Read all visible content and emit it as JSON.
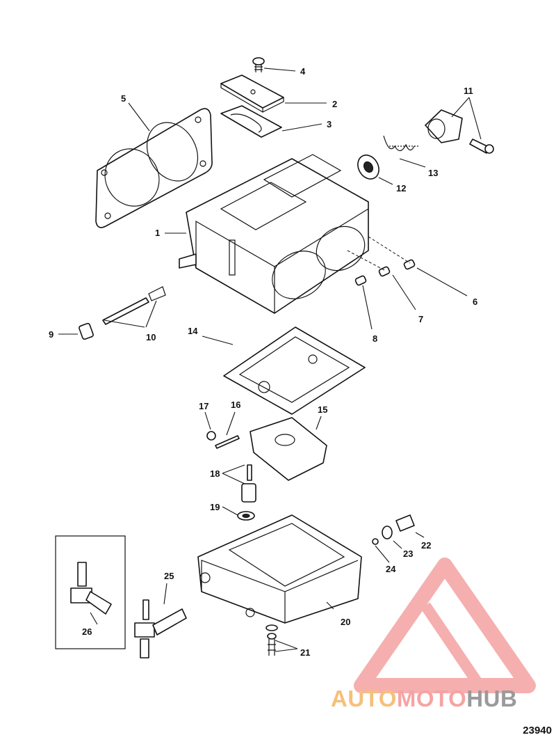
{
  "callouts": [
    {
      "id": "1",
      "label": "1"
    },
    {
      "id": "2",
      "label": "2"
    },
    {
      "id": "3",
      "label": "3"
    },
    {
      "id": "4",
      "label": "4"
    },
    {
      "id": "5",
      "label": "5"
    },
    {
      "id": "6",
      "label": "6"
    },
    {
      "id": "7",
      "label": "7"
    },
    {
      "id": "8",
      "label": "8"
    },
    {
      "id": "9",
      "label": "9"
    },
    {
      "id": "10",
      "label": "10"
    },
    {
      "id": "11",
      "label": "11"
    },
    {
      "id": "12",
      "label": "12"
    },
    {
      "id": "13",
      "label": "13"
    },
    {
      "id": "14",
      "label": "14"
    },
    {
      "id": "15",
      "label": "15"
    },
    {
      "id": "16",
      "label": "16"
    },
    {
      "id": "17",
      "label": "17"
    },
    {
      "id": "18",
      "label": "18"
    },
    {
      "id": "19",
      "label": "19"
    },
    {
      "id": "20",
      "label": "20"
    },
    {
      "id": "21",
      "label": "21"
    },
    {
      "id": "22",
      "label": "22"
    },
    {
      "id": "23",
      "label": "23"
    },
    {
      "id": "24",
      "label": "24"
    },
    {
      "id": "25",
      "label": "25"
    },
    {
      "id": "26",
      "label": "26"
    }
  ],
  "figure_number": "23940",
  "watermark": {
    "part1": "AUTO",
    "part2": "MOTO",
    "part3": "HUB",
    "color_primary": "#f08a8a",
    "color_accent": "#f6c07a"
  }
}
